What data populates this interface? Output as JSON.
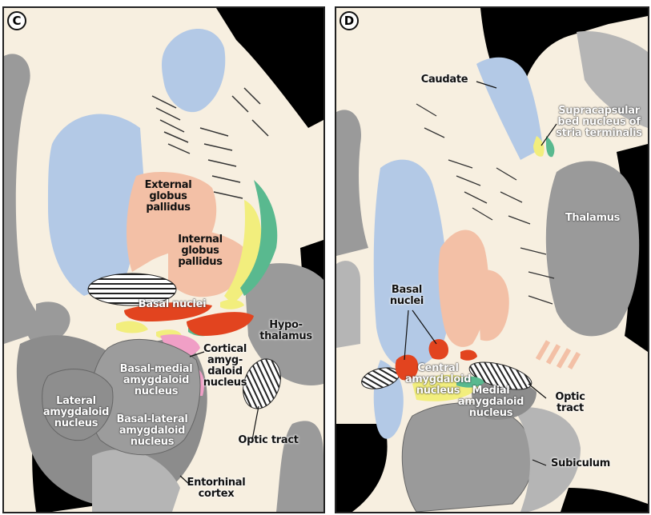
{
  "colors": {
    "background": "#f7efe0",
    "dark": "#000000",
    "gray": "#9a9a9a",
    "light_gray": "#b5b5b5",
    "blue": "#b3c9e6",
    "salmon": "#f3c0a6",
    "yellow": "#f2ee7d",
    "green": "#59b98f",
    "red": "#e2441f",
    "pink": "#f09fc6"
  },
  "panel_c": {
    "letter": "C",
    "labels": {
      "external_globus_pallidus": "External\nglobus\npallidus",
      "internal_globus_pallidus": "Internal\nglobus\npallidus",
      "basal_nuclei": "Basal nuclei",
      "hypothalamus": "Hypo-\nthalamus",
      "cortical_amygdaloid": "Cortical\namyg-\ndaloid\nnucleus",
      "basal_medial": "Basal-medial\namygdaloid\nnucleus",
      "lateral_amygdaloid": "Lateral\namygdaloid\nnucleus",
      "basal_lateral": "Basal-lateral\namygdaloid\nnucleus",
      "optic_tract": "Optic tract",
      "entorhinal_cortex": "Entorhinal\ncortex"
    }
  },
  "panel_d": {
    "letter": "D",
    "labels": {
      "caudate": "Caudate",
      "supracapsular": "Supracapsular\nbed nucleus of\nstria terminalis",
      "thalamus": "Thalamus",
      "basal_nuclei": "Basal\nnuclei",
      "central_amygdaloid": "Central\namygdaloid\nnucleus",
      "medial_amygdaloid": "Medial\namygdaloid\nnucleus",
      "optic_tract": "Optic\ntract",
      "subiculum": "Subiculum"
    }
  }
}
